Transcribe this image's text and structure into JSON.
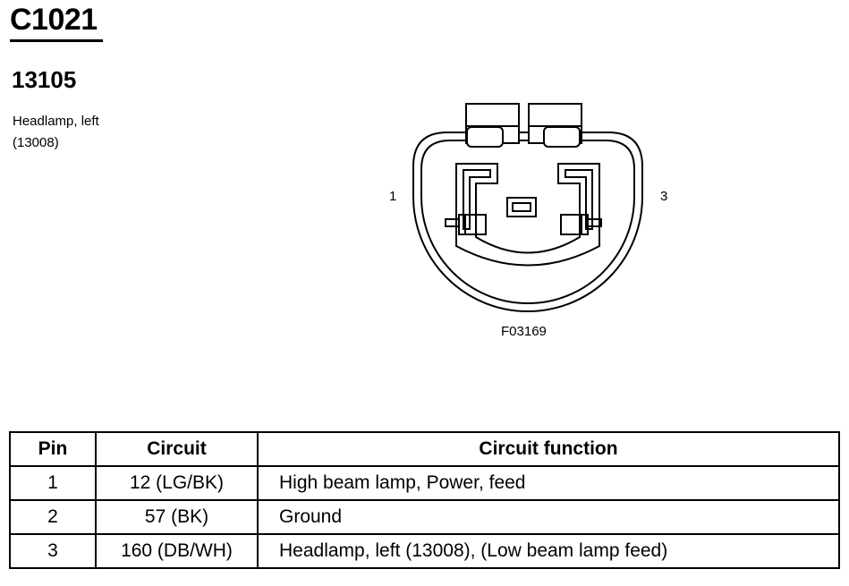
{
  "connector": {
    "id": "C1021",
    "part_number": "13105",
    "description": "Headlamp, left",
    "description_ref": "(13008)"
  },
  "diagram": {
    "pin_labels": [
      "1",
      "3"
    ],
    "figure_id": "F03169"
  },
  "table": {
    "headers": [
      "Pin",
      "Circuit",
      "Circuit function"
    ],
    "rows": [
      {
        "pin": "1",
        "circuit": "12 (LG/BK)",
        "function": "High beam lamp, Power, feed"
      },
      {
        "pin": "2",
        "circuit": "57 (BK)",
        "function": "Ground"
      },
      {
        "pin": "3",
        "circuit": "160 (DB/WH)",
        "function": "Headlamp, left (13008), (Low beam lamp feed)"
      }
    ]
  }
}
